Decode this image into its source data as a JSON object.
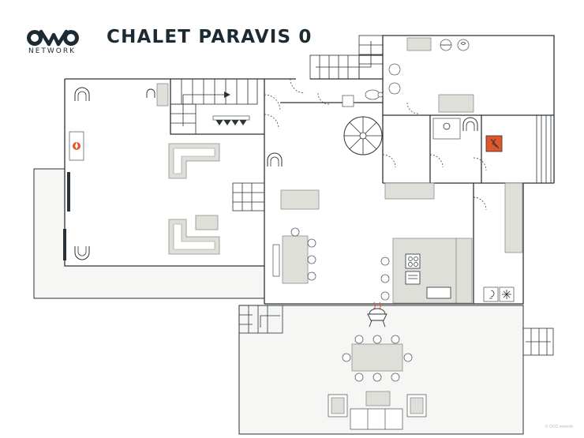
{
  "header": {
    "brand": "NETWORK",
    "title": "CHALET PARAVIS 0"
  },
  "footer": {
    "credit": "© OVO network"
  },
  "colors": {
    "wall": "#2b3338",
    "furniture": "#dedfd9",
    "fireplace_accent": "#e0562a",
    "text": "#1c2b33"
  },
  "icons": [
    "logo-icon",
    "fireplace-icon",
    "armchair-icon",
    "lamp-icon",
    "sofa-icon",
    "dining-table-icon",
    "stove-icon",
    "sink-icon",
    "toilet-icon",
    "washing-machine-icon",
    "dryer-icon",
    "bbq-icon",
    "light-bulb-icon",
    "snowflake-icon",
    "spiral-staircase-icon",
    "staircase-icon"
  ]
}
